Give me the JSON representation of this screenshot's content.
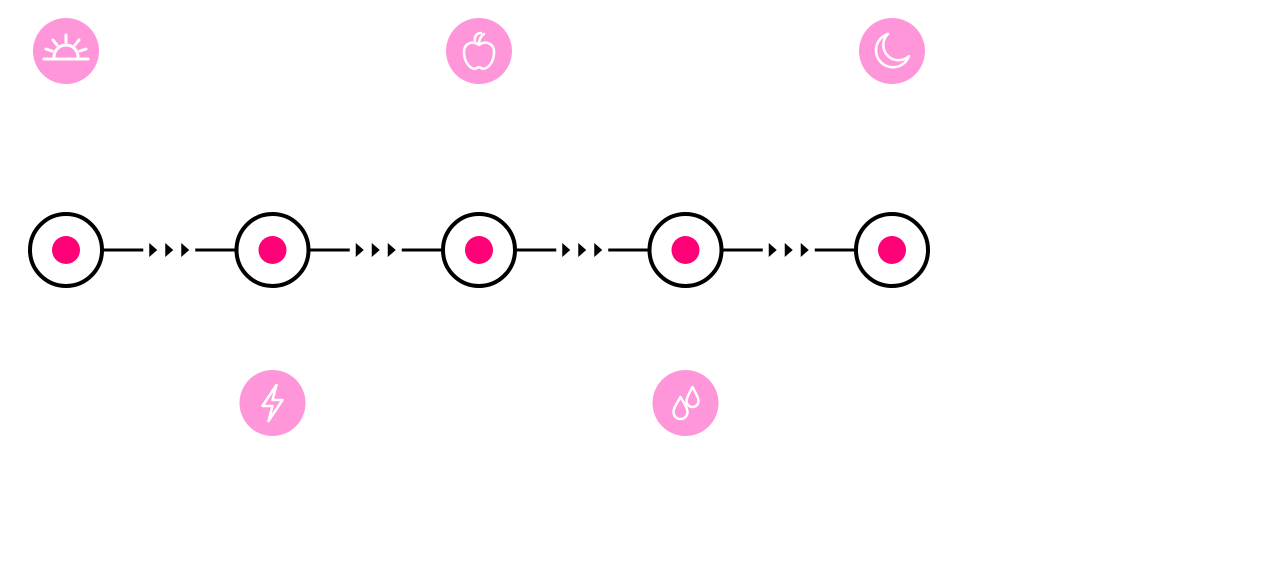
{
  "colors": {
    "background": "#ffffff",
    "badge": "#ff96da",
    "badge_icon": "#ffffff",
    "node_dot": "#ff0077",
    "node_ring": "#000000",
    "connector": "#000000"
  },
  "timeline": {
    "nodes": [
      {
        "id": "step-1"
      },
      {
        "id": "step-2"
      },
      {
        "id": "step-3"
      },
      {
        "id": "step-4"
      },
      {
        "id": "step-5"
      }
    ],
    "connectors": [
      {
        "from": "step-1",
        "to": "step-2",
        "arrowheads": 3
      },
      {
        "from": "step-2",
        "to": "step-3",
        "arrowheads": 3
      },
      {
        "from": "step-3",
        "to": "step-4",
        "arrowheads": 3
      },
      {
        "from": "step-4",
        "to": "step-5",
        "arrowheads": 3
      }
    ],
    "badges": [
      {
        "node": "step-1",
        "side": "above",
        "icon": "sunrise-icon"
      },
      {
        "node": "step-2",
        "side": "below",
        "icon": "lightning-icon"
      },
      {
        "node": "step-3",
        "side": "above",
        "icon": "apple-icon"
      },
      {
        "node": "step-4",
        "side": "below",
        "icon": "water-drops-icon"
      },
      {
        "node": "step-5",
        "side": "above",
        "icon": "moon-icon"
      }
    ]
  }
}
